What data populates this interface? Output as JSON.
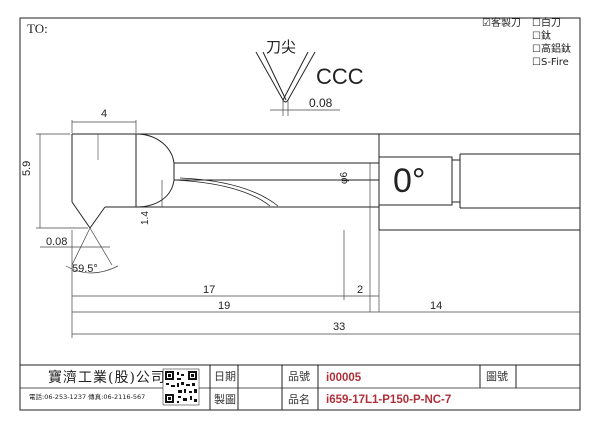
{
  "header": {
    "to_label": "TO:"
  },
  "tool_options": [
    {
      "mark": "☑",
      "label": "客製刀"
    },
    {
      "mark": "☐",
      "label": "白刀"
    },
    {
      "mark": "☐",
      "label": "鈦"
    },
    {
      "mark": "☐",
      "label": "高鋁鈦"
    },
    {
      "mark": "☐",
      "label": "S-Fire"
    }
  ],
  "drawing": {
    "tip_detail_label": "刀尖",
    "tip_type": "CCC",
    "tip_radius": "0.08",
    "head_length": "4",
    "head_height": "5.9",
    "neck_dim": "1.4",
    "tip_radius_side": "0.08",
    "tip_angle": "59.5°",
    "neck_diameter": "φ6",
    "angle_marker": "0°",
    "dim_17": "17",
    "dim_2": "2",
    "dim_19": "19",
    "dim_14": "14",
    "dim_33": "33"
  },
  "title_block": {
    "company_name": "寶濟工業(股)公司",
    "contact": "電話:06-253-1237  傳真:06-2116-567",
    "date_label": "日期",
    "drawn_label": "製圖",
    "part_no_label": "品號",
    "part_no": "i00005",
    "part_name_label": "品名",
    "part_name": "i659-17L1-P150-P-NC-7",
    "drawing_no_label": "圖號"
  },
  "colors": {
    "part_text": "#b0303a",
    "line": "#222222",
    "dim_line": "#444444"
  }
}
